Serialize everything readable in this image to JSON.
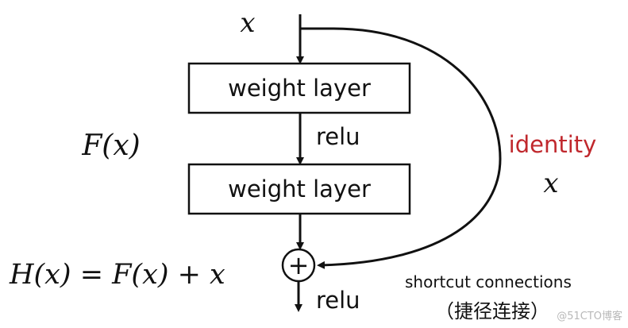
{
  "labels": {
    "input_x": "x",
    "block_function": "F(x)",
    "identity_label": "identity",
    "identity_x": "x",
    "output_equation": "H(x) = F(x) + x",
    "plus_symbol": "+",
    "relu_middle": "relu",
    "relu_bottom": "relu",
    "shortcut_text": "shortcut connections",
    "shortcut_chinese": "（捷径连接）",
    "watermark": "@51CTO博客"
  },
  "layers": [
    {
      "label": "weight layer"
    },
    {
      "label": "weight layer"
    }
  ],
  "colors": {
    "stroke": "#111111",
    "identity": "#c0282d",
    "watermark": "#b8b8b8"
  }
}
